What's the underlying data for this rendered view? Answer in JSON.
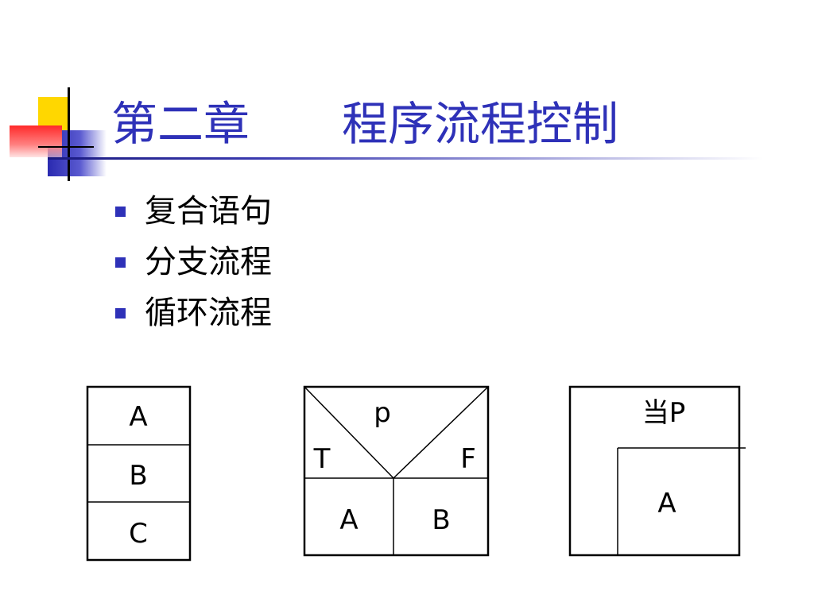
{
  "title": "第二章　　程序流程控制",
  "bullets": [
    {
      "text": "复合语句"
    },
    {
      "text": "分支流程"
    },
    {
      "text": "循环流程"
    }
  ],
  "diagrams": {
    "sequence": {
      "cells": [
        "A",
        "B",
        "C"
      ]
    },
    "branch": {
      "condition": "p",
      "true_label": "T",
      "false_label": "F",
      "true_block": "A",
      "false_block": "B"
    },
    "loop": {
      "condition": "当P",
      "body": "A"
    }
  },
  "colors": {
    "accent": "#2e31b8",
    "deco_yellow": "#ffd700",
    "deco_red": "#ff4040",
    "deco_blue": "#3a3ab8"
  }
}
